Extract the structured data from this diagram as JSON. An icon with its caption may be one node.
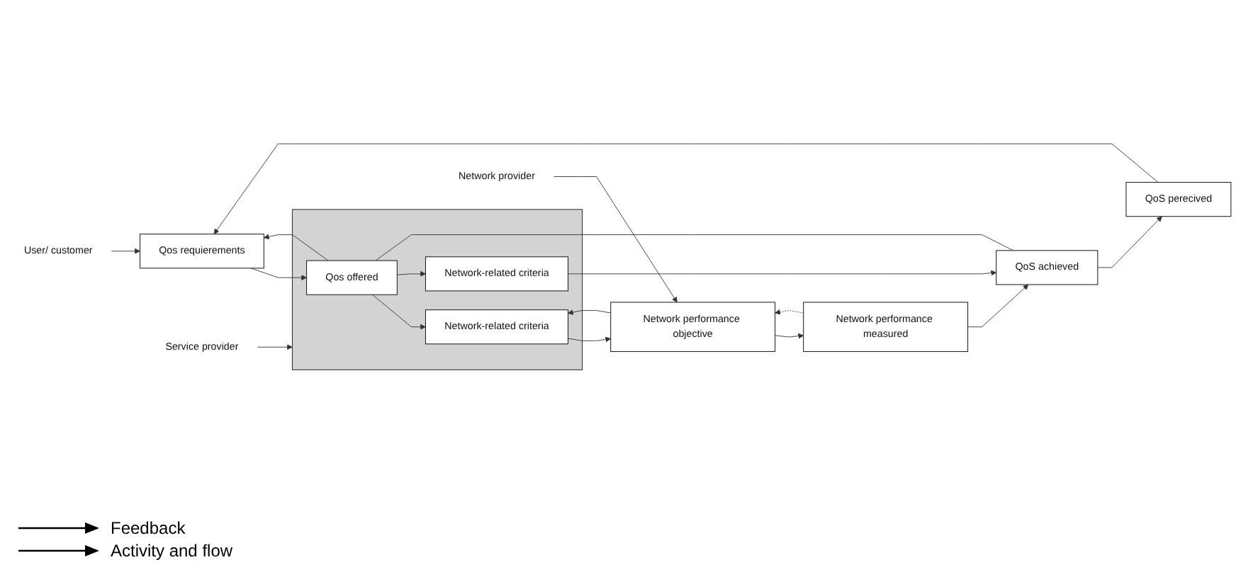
{
  "diagram": {
    "nodes": [
      {
        "text": [
          "User/ customer"
        ]
      },
      {
        "text": [
          "Qos requierements"
        ]
      },
      {
        "text": [
          "Service provider"
        ]
      },
      {
        "text": [],
        "shape": "box"
      },
      {
        "text": [
          "Qos offered"
        ],
        "in": 3
      },
      {
        "text": [
          "Network-related criteria"
        ],
        "in": 3
      },
      {
        "text": [
          "Network-related criteria"
        ],
        "in": 3
      },
      {
        "text": [
          "Network provider"
        ]
      },
      {
        "text": [
          "Network performance objective"
        ]
      },
      {
        "text": [
          "QoS perecived"
        ]
      },
      {
        "text": [
          "QoS achieved"
        ]
      },
      {
        "text": [
          "Network performance measured"
        ]
      }
    ],
    "edges": [
      {
        "from": 0,
        "to": 1,
        "arrow": "to"
      },
      {
        "from": 2,
        "to": 3,
        "arrow": "to"
      },
      {
        "from": 7,
        "to": 8,
        "arrow": "to"
      },
      {
        "from": 4,
        "to": 1,
        "arrow": "to"
      },
      {
        "from": 1,
        "to": 4,
        "arrow": "to"
      },
      {
        "from": 4,
        "to": 5,
        "arrow": "to"
      },
      {
        "from": 4,
        "to": 6,
        "arrow": "to"
      },
      {
        "from": 8,
        "to": 5,
        "arrow": "to"
      },
      {
        "from": 5,
        "to": 8,
        "arrow": "to"
      },
      {
        "from": 9,
        "to": 1,
        "arrow": "to"
      },
      {
        "from": 4,
        "to": 10,
        "arrow": "none"
      },
      {
        "from": 6,
        "to": 10,
        "arrow": "to"
      },
      {
        "from": 10,
        "to": 9,
        "arrow": "to"
      },
      {
        "from": 11,
        "to": 10,
        "arrow": "to"
      },
      {
        "from": 8,
        "to": 11,
        "arrow": "to"
      },
      {
        "from": 11,
        "to": 8,
        "arrow": "to",
        "style": "dashed"
      }
    ],
    "legend": [
      {
        "text": "Feedback"
      },
      {
        "text": "Activity and flow"
      }
    ]
  }
}
